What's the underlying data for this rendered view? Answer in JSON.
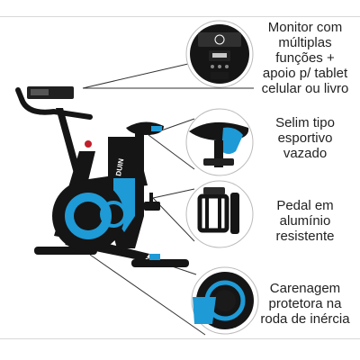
{
  "features": {
    "monitor": "Monitor com\nmúltiplas\nfunções +\napoio p/ tablet\ncelular ou livro",
    "saddle": "Selim tipo\nesportivo\nvazado",
    "pedal": "Pedal em\nalumínio\nresistente",
    "flywheel": "Carenagem\nprotetora na\nroda de inércia"
  },
  "bike_label": "DUIN",
  "colors": {
    "frame": "#151515",
    "accent": "#1e9ad6",
    "text": "#222222"
  },
  "icons": [
    "spin-bike-image",
    "monitor-detail-icon",
    "saddle-detail-icon",
    "pedal-detail-icon",
    "flywheel-cover-detail-icon"
  ]
}
